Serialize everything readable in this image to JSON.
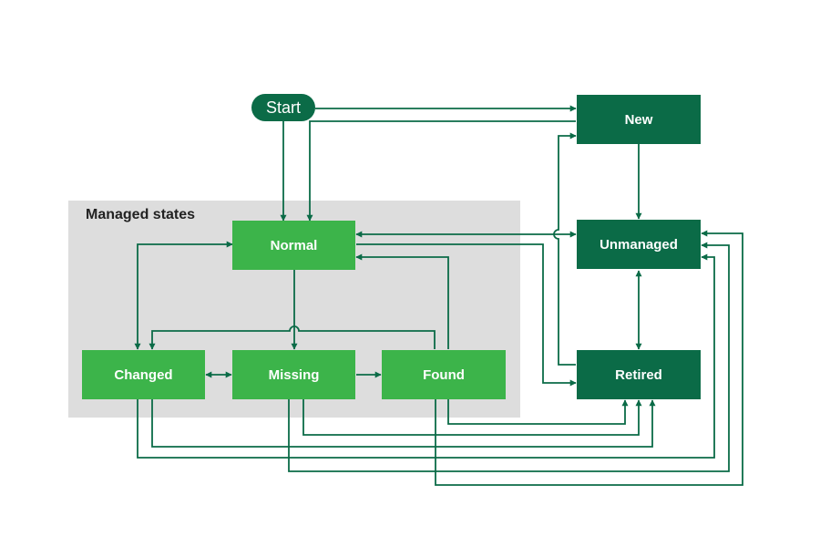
{
  "diagram": {
    "group": {
      "title": "Managed states"
    },
    "start": {
      "label": "Start"
    },
    "nodes": {
      "normal": "Normal",
      "changed": "Changed",
      "missing": "Missing",
      "found": "Found",
      "new": "New",
      "unmanaged": "Unmanaged",
      "retired": "Retired"
    },
    "colors": {
      "light_node": "#3cb44a",
      "dark_node": "#0b6b47",
      "edge": "#0b6b47",
      "group_background": "#dddddd"
    },
    "edges": [
      {
        "from": "Start",
        "to": "New"
      },
      {
        "from": "Start",
        "to": "Normal"
      },
      {
        "from": "New",
        "to": "Normal"
      },
      {
        "from": "New",
        "to": "Unmanaged"
      },
      {
        "from": "Normal",
        "to": "Unmanaged",
        "bidirectional": true
      },
      {
        "from": "Normal",
        "to": "Retired"
      },
      {
        "from": "Normal",
        "to": "Changed",
        "bidirectional": true
      },
      {
        "from": "Normal",
        "to": "Missing"
      },
      {
        "from": "Changed",
        "to": "Missing",
        "bidirectional": true
      },
      {
        "from": "Missing",
        "to": "Found"
      },
      {
        "from": "Found",
        "to": "Normal"
      },
      {
        "from": "Unmanaged",
        "to": "Retired",
        "bidirectional": true
      },
      {
        "from": "Retired",
        "to": "New"
      },
      {
        "from": "Found",
        "to": "Retired"
      },
      {
        "from": "Missing",
        "to": "Retired"
      },
      {
        "from": "Changed",
        "to": "Retired"
      },
      {
        "from": "Changed",
        "to": "Unmanaged"
      },
      {
        "from": "Missing",
        "to": "Unmanaged"
      },
      {
        "from": "Found",
        "to": "Unmanaged"
      }
    ]
  }
}
